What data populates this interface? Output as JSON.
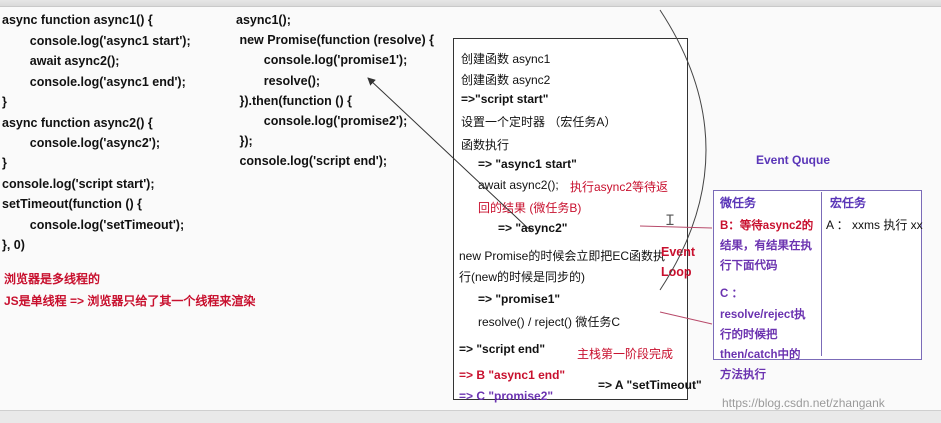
{
  "left_code": [
    "async function async1() {",
    "        console.log('async1 start');",
    "        await async2();",
    "        console.log('async1 end');",
    "}",
    "async function async2() {",
    "        console.log('async2');",
    "}",
    "console.log('script start');",
    "setTimeout(function () {",
    "        console.log('setTimeout');",
    "}, 0)"
  ],
  "left_notes": [
    "浏览器是多线程的",
    "JS是单线程 => 浏览器只给了其一个线程来渲染"
  ],
  "middle_code": [
    "async1();",
    " new Promise(function (resolve) {",
    "        console.log('promise1');",
    "        resolve();",
    " }).then(function () {",
    "        console.log('promise2');",
    " });",
    " console.log('script end');"
  ],
  "main_box": {
    "line1": "创建函数   async1",
    "line2": "创建函数   async2",
    "line3": "=>\"script start\"",
    "line4": "设置一个定时器  （宏任务A）",
    "line5": "函数执行",
    "line6": "=> \"async1 start\"",
    "line7a": "await async2();",
    "line7b": "执行async2等待返",
    "line8": "回的结果   (微任务B)",
    "line9": "=> \"async2\"",
    "line10": "new Promise的时候会立即把EC函数执",
    "line11": "行(new的时候是同步的)",
    "line12": "=> \"promise1\"",
    "line13": "resolve()  / reject()  微任务C",
    "line14a": "=>  \"script end\"",
    "line14b": "主栈第一阶段完成",
    "line15": "=> B \"async1 end\"",
    "line16": "=> C  \"promise2\""
  },
  "after_box": "=> A   \"setTimeout\"",
  "event_loop": [
    "Event",
    "Loop"
  ],
  "event_queue": {
    "title": "Event Quque",
    "micro_header": "微任务",
    "macro_header": "宏任务",
    "micro_b": [
      "B：等待async2的",
      "结果，有结果在执",
      "行下面代码"
    ],
    "micro_c": [
      "C  ：",
      "resolve/reject执",
      "行的时候把",
      "then/catch中的",
      "方法执行"
    ],
    "macro_a": "A  ：  xxms 执行 xx"
  },
  "watermark": "https://blog.csdn.net/zhangank",
  "colors": {
    "red": "#c8102e",
    "purple": "#6b33b0",
    "queue_border": "#7b6bb8"
  }
}
